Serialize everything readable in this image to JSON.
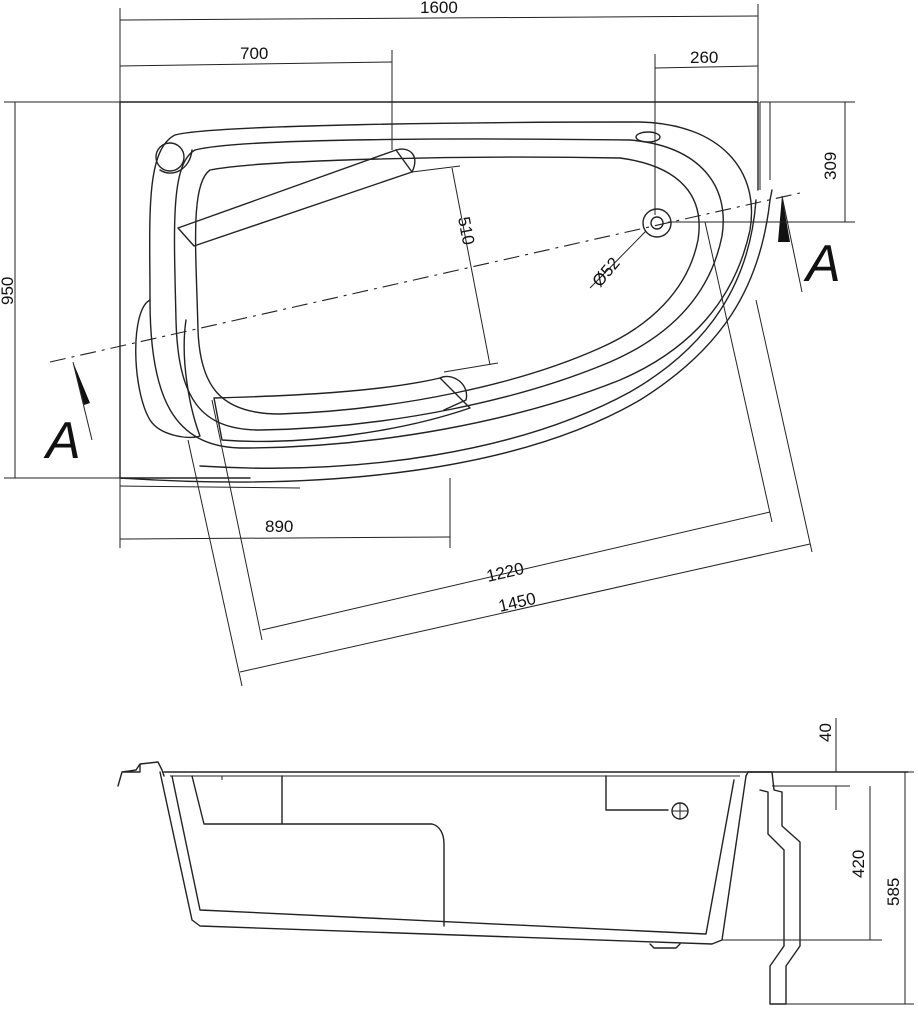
{
  "top_view": {
    "dim_total_length": "1600",
    "dim_left_length": "700",
    "dim_right_offset": "260",
    "dim_width": "950",
    "dim_drain_offset": "309",
    "dim_seat": "510",
    "dim_drain_diameter": "Ø52",
    "dim_front_length": "890",
    "dim_inner_length": "1220",
    "dim_outer_length": "1450",
    "section_left": "A",
    "section_right": "A"
  },
  "side_view": {
    "dim_rim": "40",
    "dim_inner_depth": "420",
    "dim_total_height": "585"
  }
}
